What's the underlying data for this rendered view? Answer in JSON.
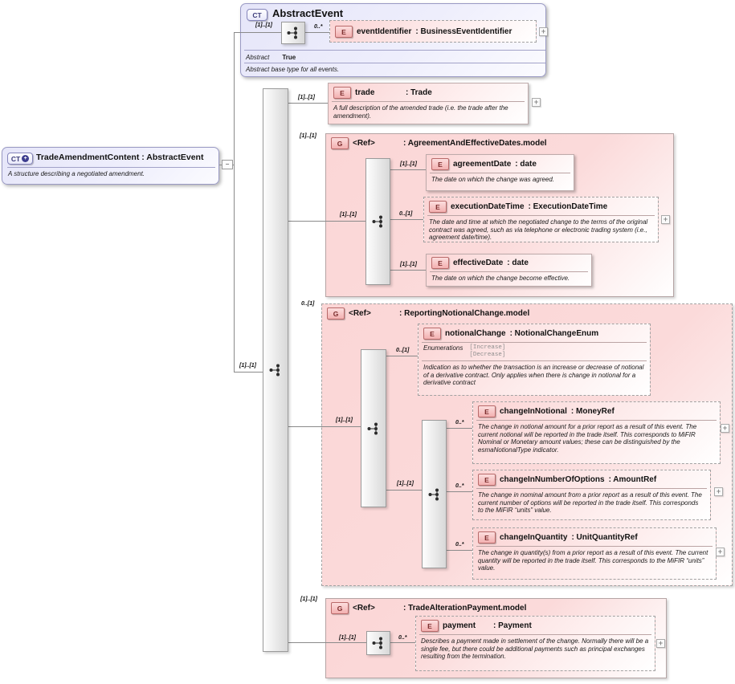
{
  "icons": {
    "plus": "+",
    "minus": "−"
  },
  "abstract_event": {
    "badge": "CT",
    "title": "AbstractEvent",
    "cardinality": "[1]..[1]",
    "abstract_label": "Abstract",
    "abstract_value": "True",
    "description": "Abstract base type for all events.",
    "event_identifier": {
      "badge": "E",
      "cardinality": "0..*",
      "name": "eventIdentifier",
      "type_suffix": ": BusinessEventIdentifier"
    }
  },
  "root": {
    "badge": "CT",
    "title": "TradeAmendmentContent : AbstractEvent",
    "description": "A structure describing a negotiated amendment.",
    "cardinality": "[1]..[1]"
  },
  "trade": {
    "badge": "E",
    "cardinality": "[1]..[1]",
    "name": "trade",
    "type_suffix": ": Trade",
    "description": "A full description of the amended trade (i.e. the trade after the amendment)."
  },
  "agreement_group": {
    "badge": "G",
    "cardinality": "[1]..[1]",
    "name": "<Ref>",
    "type_suffix": ": AgreementAndEffectiveDates.model",
    "inner_cardinality": "[1]..[1]",
    "agreement_date": {
      "badge": "E",
      "cardinality": "[1]..[1]",
      "name": "agreementDate",
      "type_suffix": ": date",
      "description": "The date on which the change was agreed."
    },
    "execution_date_time": {
      "badge": "E",
      "cardinality": "0..[1]",
      "name": "executionDateTime",
      "type_suffix": ": ExecutionDateTime",
      "description": "The date and time at which the negotiated change to the terms of the original contract was agreed, such as via telephone or electronic trading system (i.e., agreement date/time)."
    },
    "effective_date": {
      "badge": "E",
      "cardinality": "[1]..[1]",
      "name": "effectiveDate",
      "type_suffix": ": date",
      "description": "The date on which the change become effective."
    }
  },
  "notional_group": {
    "badge": "G",
    "cardinality": "0..[1]",
    "name": "<Ref>",
    "type_suffix": ": ReportingNotionalChange.model",
    "inner_cardinality": "[1]..[1]",
    "inner_cardinality2": "[1]..[1]",
    "notional_change": {
      "badge": "E",
      "cardinality": "0..[1]",
      "name": "notionalChange",
      "type_suffix": ": NotionalChangeEnum",
      "enumerations_label": "Enumerations",
      "enum_values": [
        "[Increase]",
        "[Decrease]"
      ],
      "description": "Indication as to whether the transaction is an increase or decrease of notional of a derivative contract. Only applies when there is change in notional for a derivative contract"
    },
    "change_in_notional": {
      "badge": "E",
      "cardinality": "0..*",
      "name": "changeInNotional",
      "type_suffix": ": MoneyRef",
      "description": "The change in notional amount for a prior report as a result of this event. The current notional will be reported in the trade itself. This corresponds to MiFIR Nominal or Monetary amount values; these can be distinguished by the esmaNotionalType indicator."
    },
    "change_in_number_of_options": {
      "badge": "E",
      "cardinality": "0..*",
      "name": "changeInNumberOfOptions",
      "type_suffix": ": AmountRef",
      "description": "The change in nominal amount from a prior report as a result of this event. The current number of options will be reported in the trade itself. This corresponds to the MiFIR “units” value."
    },
    "change_in_quantity": {
      "badge": "E",
      "cardinality": "0..*",
      "name": "changeInQuantity",
      "type_suffix": ": UnitQuantityRef",
      "description": "The change in quantity(s) from a prior report as a result of this event. The current quantity will be reported in the trade itself. This corresponds to the MiFIR “units” value."
    }
  },
  "payment_group": {
    "badge": "G",
    "cardinality": "[1]..[1]",
    "name": "<Ref>",
    "type_suffix": ": TradeAlterationPayment.model",
    "inner_cardinality": "[1]..[1]",
    "payment": {
      "badge": "E",
      "cardinality": "0..*",
      "name": "payment",
      "type_suffix": ": Payment",
      "description": "Describes a payment made in settlement of the change. Normally there will be a single fee, but there could be additional payments such as principal exchanges resulting from the termination."
    }
  }
}
